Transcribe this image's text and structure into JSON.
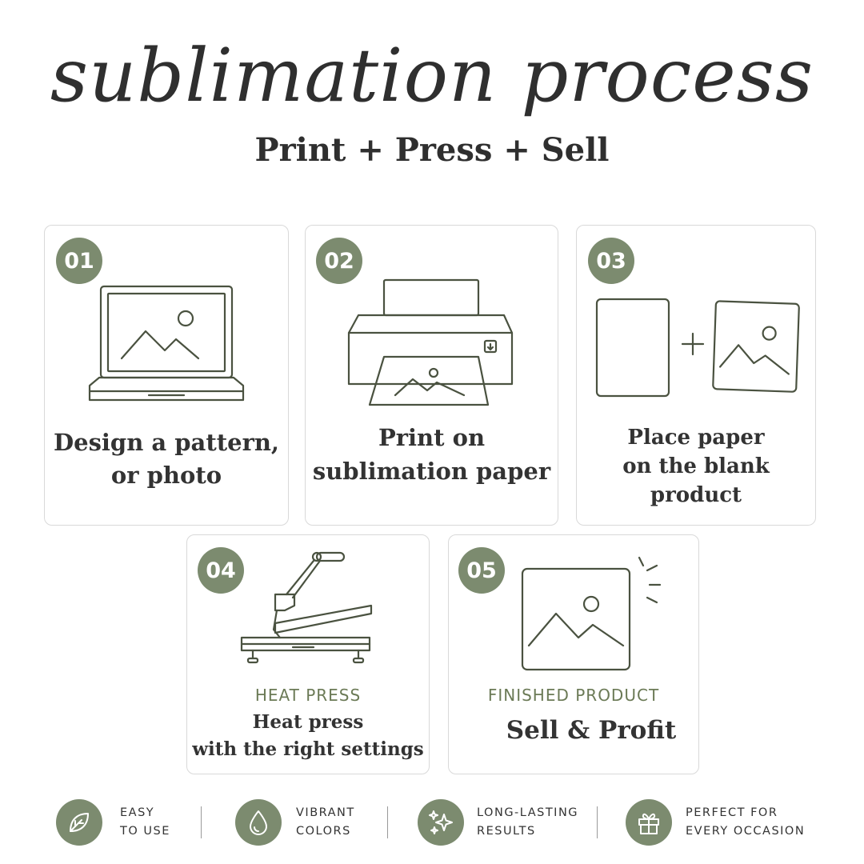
{
  "header": {
    "title": "sublimation process",
    "subtitle": "Print + Press + Sell"
  },
  "steps": [
    {
      "number": "01",
      "line1": "Design a pattern,",
      "line2": "or photo",
      "icon": "laptop-icon"
    },
    {
      "number": "02",
      "line1": "Print on",
      "line2": "sublimation paper",
      "icon": "printer-icon"
    },
    {
      "number": "03",
      "line1": "Place paper",
      "line2": "on the blank",
      "line3": "product",
      "plus": "+",
      "icon": "paper-plus-product-icon"
    },
    {
      "number": "04",
      "eyebrow": "HEAT PRESS",
      "line1": "Heat press",
      "line2": "with the right settings",
      "icon": "heat-press-icon"
    },
    {
      "number": "05",
      "eyebrow": "FINISHED PRODUCT",
      "line1": "Sell & Profit",
      "icon": "finished-image-icon"
    }
  ],
  "features": [
    {
      "line1": "EASY",
      "line2": "TO USE",
      "icon": "leaf-icon"
    },
    {
      "line1": "VIBRANT",
      "line2": "COLORS",
      "icon": "drop-icon"
    },
    {
      "line1": "LONG-LASTING",
      "line2": "RESULTS",
      "icon": "sparkles-icon"
    },
    {
      "line1": "PERFECT FOR",
      "line2": "EVERY OCCASION",
      "icon": "gift-icon"
    }
  ],
  "colors": {
    "accent": "#7c8b6f",
    "text": "#2f2f2f",
    "line_art": "#4a5240",
    "eyebrow": "#6b7a56"
  }
}
